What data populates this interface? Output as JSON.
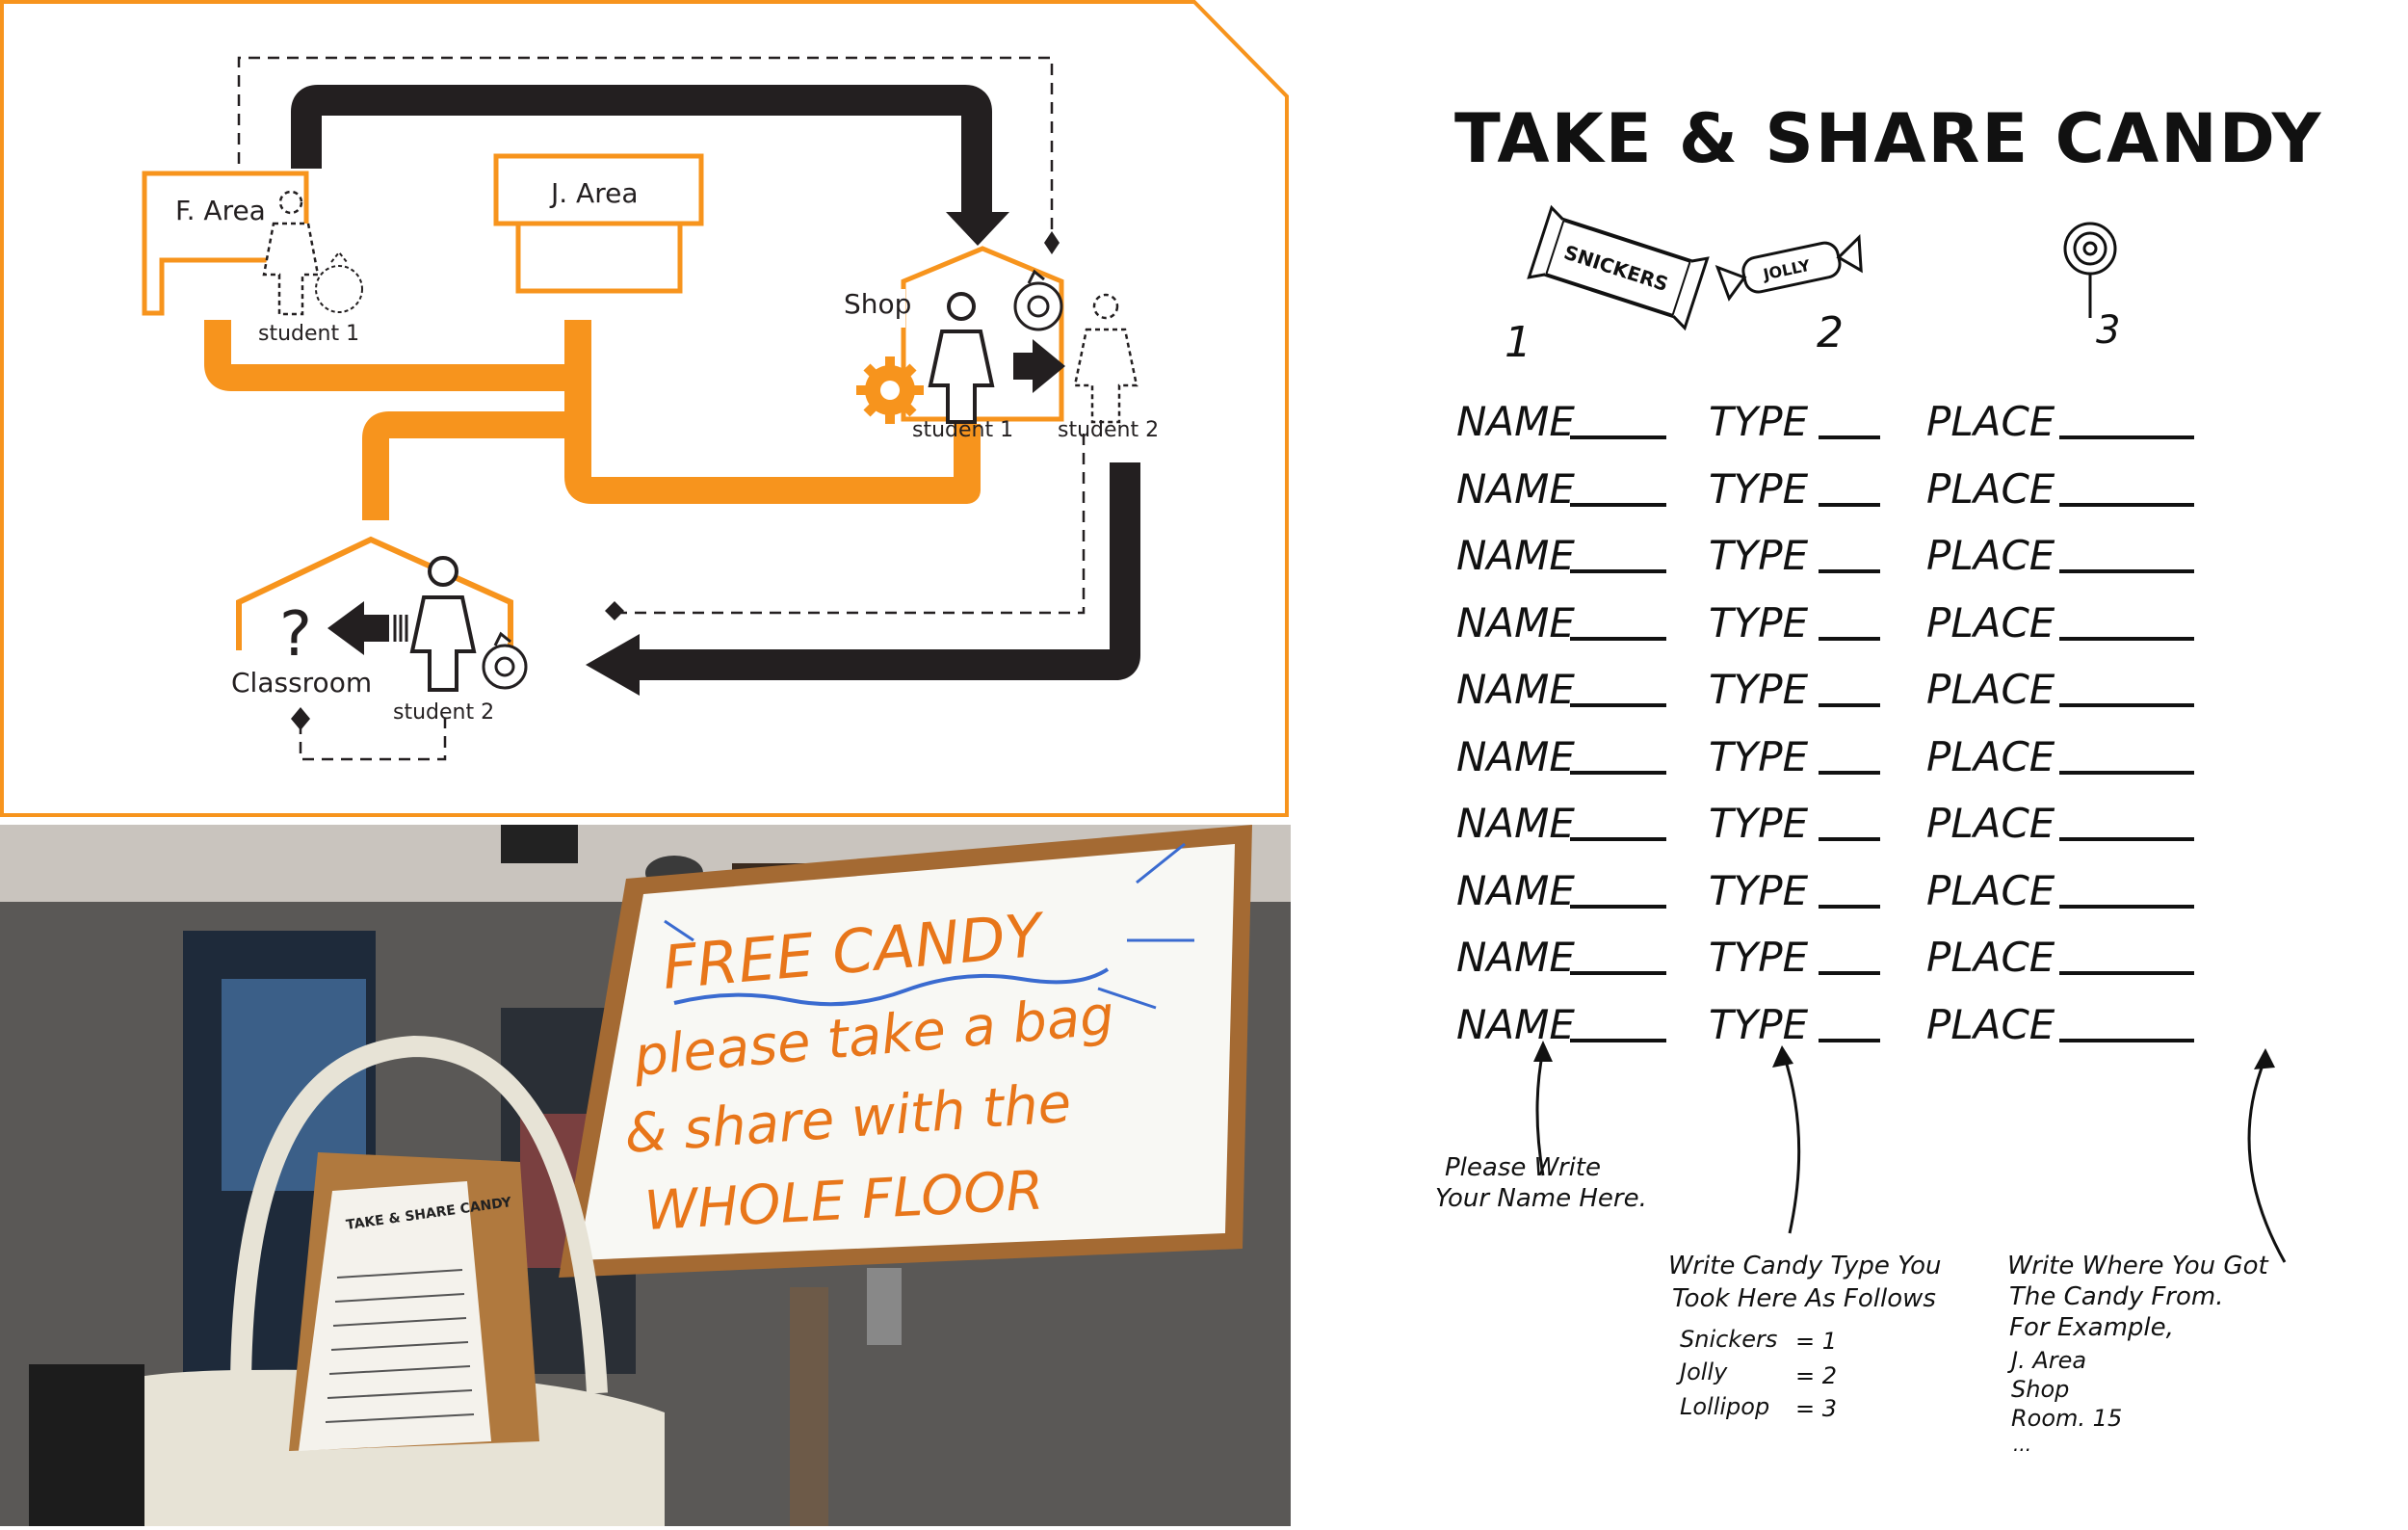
{
  "diagram": {
    "f_area": "F. Area",
    "j_area": "J. Area",
    "shop": "Shop",
    "classroom": "Classroom",
    "student1_f": "student 1",
    "student1_shop": "student 1",
    "student2_shop": "student 2",
    "student2_class": "student 2",
    "question": "?",
    "colors": {
      "orange": "#f7941d",
      "dark": "#231f20"
    }
  },
  "whiteboard": {
    "line1": "FREE CANDY",
    "line2": "please take a bag",
    "line3": "& share with the",
    "line4": "WHOLE FLOOR",
    "sheet_title": "TAKE & SHARE CANDY"
  },
  "sheet": {
    "title": "TAKE & SHARE CANDY",
    "candies": [
      {
        "label": "SNICKERS",
        "number": "1",
        "icon": "candy-bar-icon"
      },
      {
        "label": "JOLLY",
        "number": "2",
        "icon": "wrapped-candy-icon"
      },
      {
        "label": "",
        "number": "3",
        "icon": "lollipop-icon"
      }
    ],
    "rows": [
      {
        "name": "NAME",
        "type": "TYPE",
        "place": "PLACE"
      },
      {
        "name": "NAME",
        "type": "TYPE",
        "place": "PLACE"
      },
      {
        "name": "NAME",
        "type": "TYPE",
        "place": "PLACE"
      },
      {
        "name": "NAME",
        "type": "TYPE",
        "place": "PLACE"
      },
      {
        "name": "NAME",
        "type": "TYPE",
        "place": "PLACE"
      },
      {
        "name": "NAME",
        "type": "TYPE",
        "place": "PLACE"
      },
      {
        "name": "NAME",
        "type": "TYPE",
        "place": "PLACE"
      },
      {
        "name": "NAME",
        "type": "TYPE",
        "place": "PLACE"
      },
      {
        "name": "NAME",
        "type": "TYPE",
        "place": "PLACE"
      },
      {
        "name": "NAME",
        "type": "TYPE",
        "place": "PLACE"
      }
    ],
    "note_name": [
      "Please Write",
      "Your Name Here."
    ],
    "note_type": [
      "Write Candy Type You",
      "Took Here As Follows"
    ],
    "legend": [
      {
        "candy": "Snickers",
        "eq": "= 1"
      },
      {
        "candy": "Jolly",
        "eq": "= 2"
      },
      {
        "candy": "Lollipop",
        "eq": "= 3"
      }
    ],
    "note_place": [
      "Write Where You Got",
      "The Candy From.",
      "For Example,"
    ],
    "examples": [
      "J. Area",
      "Shop",
      "Room. 15",
      "..."
    ]
  }
}
